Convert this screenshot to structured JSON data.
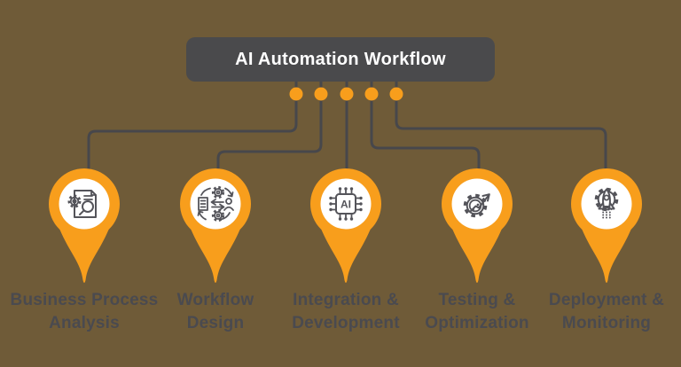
{
  "header": {
    "title": "AI Automation Workflow"
  },
  "colors": {
    "background": "#6F5B38",
    "header_bg": "#4A4A4C",
    "header_text": "#FFFFFF",
    "accent_orange": "#F89E1C",
    "connector": "#47474B",
    "label_text": "#4A4A4F",
    "icon_stroke": "#54545A",
    "pin_inner": "#FFFFFF"
  },
  "stages": [
    {
      "label": "Business Process\nAnalysis",
      "icon": "document-analysis-icon"
    },
    {
      "label": "Workflow\nDesign",
      "icon": "workflow-cycle-icon"
    },
    {
      "label": "Integration &\nDevelopment",
      "icon": "ai-chip-icon",
      "chip_text": "AI"
    },
    {
      "label": "Testing &\nOptimization",
      "icon": "gear-growth-arrow-icon"
    },
    {
      "label": "Deployment &\nMonitoring",
      "icon": "rocket-gear-icon"
    }
  ]
}
